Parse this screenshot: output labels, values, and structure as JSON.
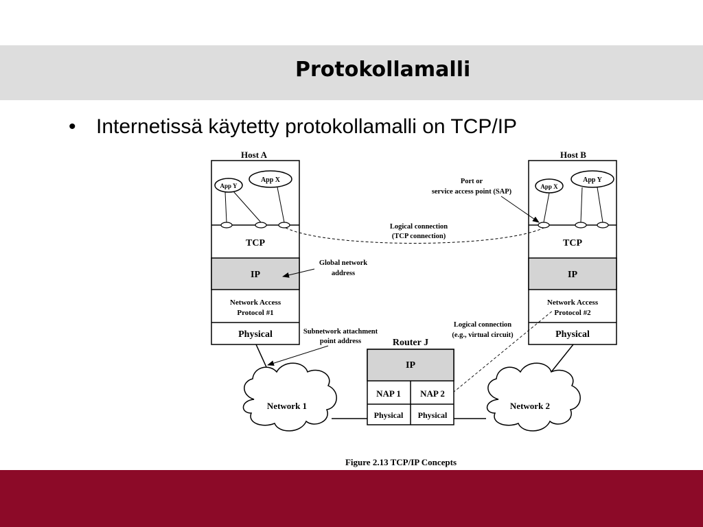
{
  "slide": {
    "title": "Protokollamalli",
    "bullet_marker": "•",
    "bullet": "Internetissä käytetty protokollamalli on TCP/IP"
  },
  "figure": {
    "caption": "Figure 2.13  TCP/IP Concepts",
    "host_a": {
      "label": "Host A",
      "app_y": "App Y",
      "app_x": "App X",
      "tcp": "TCP",
      "ip": "IP",
      "nap_line1": "Network Access",
      "nap_line2": "Protocol #1",
      "physical": "Physical"
    },
    "host_b": {
      "label": "Host B",
      "app_x": "App X",
      "app_y": "App Y",
      "tcp": "TCP",
      "ip": "IP",
      "nap_line1": "Network Access",
      "nap_line2": "Protocol #2",
      "physical": "Physical"
    },
    "router": {
      "label": "Router J",
      "ip": "IP",
      "nap1": "NAP 1",
      "nap2": "NAP 2",
      "physical_left": "Physical",
      "physical_right": "Physical"
    },
    "network1": "Network 1",
    "network2": "Network 2",
    "annotations": {
      "port_line1": "Port or",
      "port_line2": "service access point (SAP)",
      "logical_tcp_line1": "Logical connection",
      "logical_tcp_line2": "(TCP connection)",
      "global_line1": "Global network",
      "global_line2": "address",
      "subnet_line1": "Subnetwork attachment",
      "subnet_line2": "point address",
      "logical_vc_line1": "Logical connection",
      "logical_vc_line2": "(e.g., virtual circuit)"
    },
    "colors": {
      "ip_layer": "#d4d4d4"
    }
  },
  "colors": {
    "title_band": "#dddddd",
    "footer_band": "#8c0a28"
  }
}
